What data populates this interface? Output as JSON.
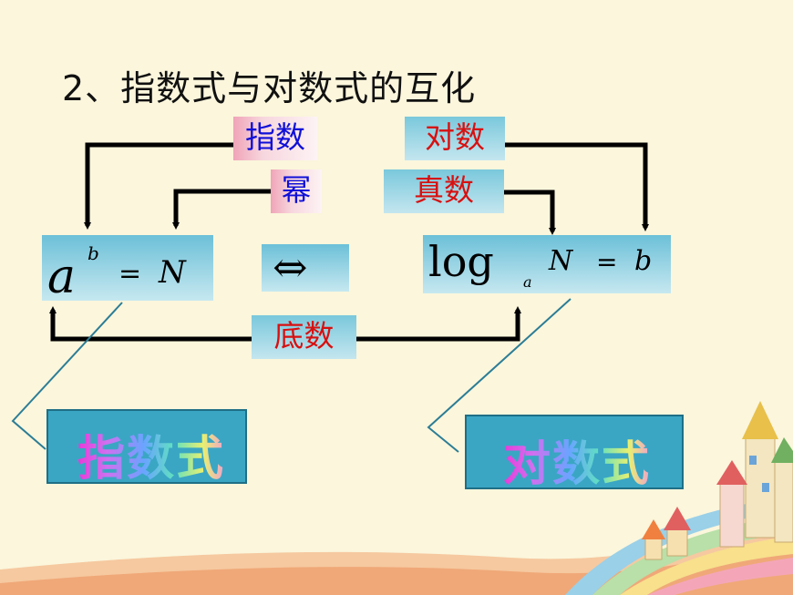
{
  "title": "2、指数式与对数式的互化",
  "labels": {
    "exponent": "指数",
    "power": "幂",
    "logarithm": "对数",
    "antilog": "真数",
    "base": "底数"
  },
  "left_formula": {
    "base": "a",
    "exponent": "b",
    "equals": "=",
    "result": "N"
  },
  "equivalence_symbol": "⇔",
  "right_formula": {
    "log": "log",
    "base": "a",
    "argument": "N",
    "equals": "=",
    "result": "b"
  },
  "boxes": {
    "exponential_form": "指数式",
    "logarithmic_form": "对数式"
  },
  "colors": {
    "background": "#fbf6dc",
    "arrow": "#000000",
    "blue_text": "#1010d8",
    "red_text": "#d81010",
    "box_teal": "#3aa6c4"
  }
}
